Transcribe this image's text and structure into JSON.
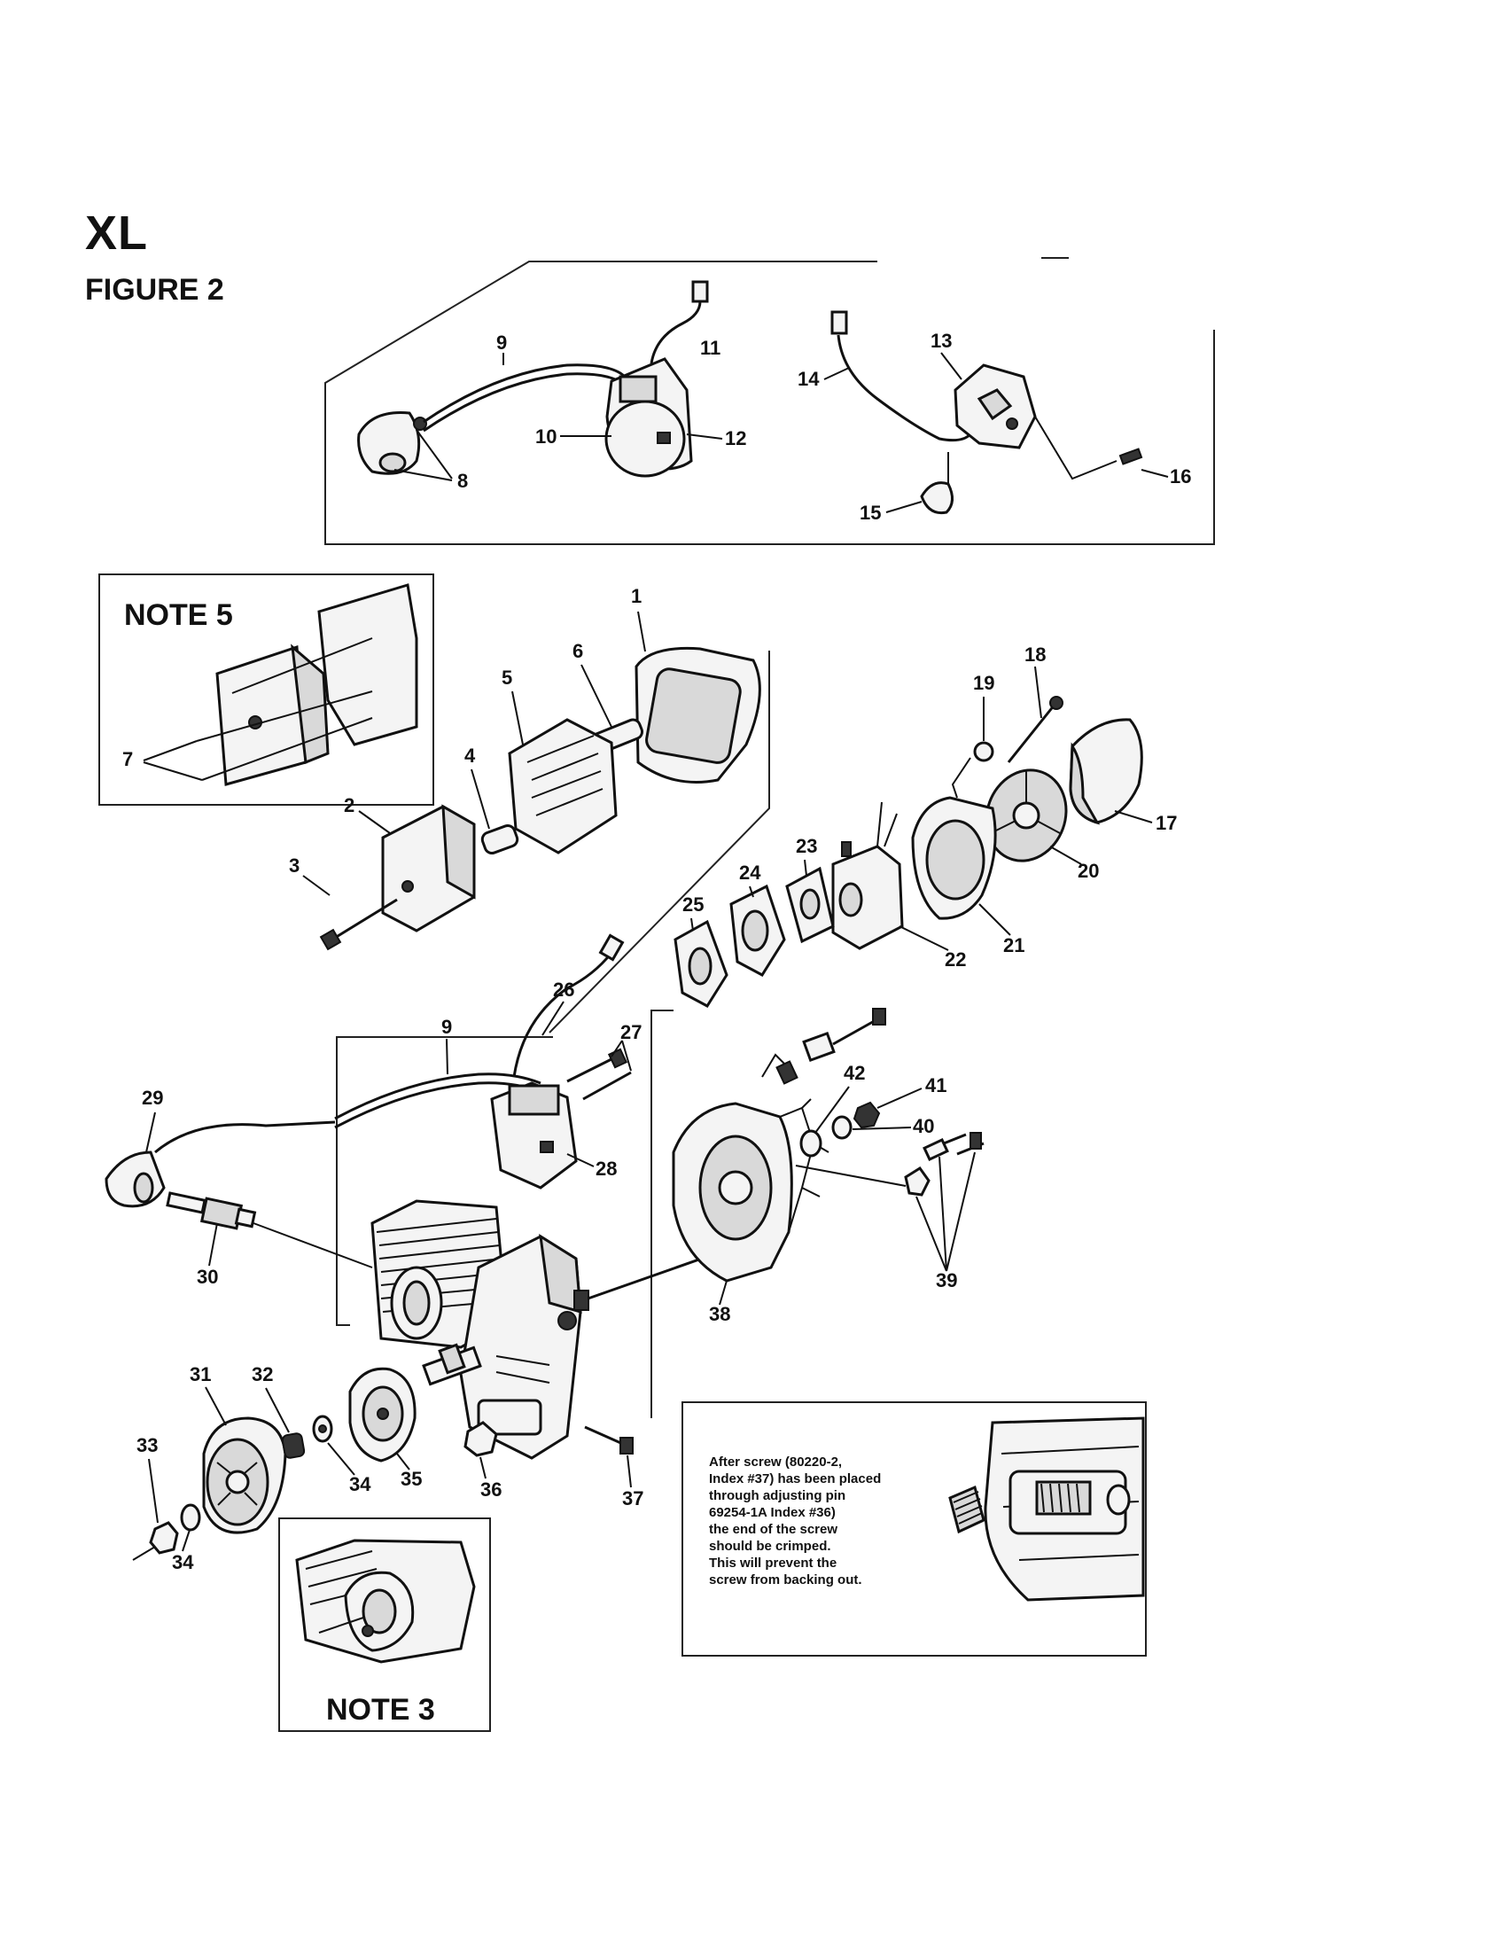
{
  "header": {
    "model": "XL",
    "figure": "FIGURE 2"
  },
  "callouts": {
    "c1": "1",
    "c2": "2",
    "c3": "3",
    "c4": "4",
    "c5": "5",
    "c6": "6",
    "c7": "7",
    "c8": "8",
    "c9a": "9",
    "c9b": "9",
    "c10": "10",
    "c11": "11",
    "c12": "12",
    "c13": "13",
    "c14": "14",
    "c15": "15",
    "c16": "16",
    "c17": "17",
    "c18": "18",
    "c19": "19",
    "c20": "20",
    "c21": "21",
    "c22": "22",
    "c23": "23",
    "c24": "24",
    "c25": "25",
    "c26": "26",
    "c27": "27",
    "c28": "28",
    "c29": "29",
    "c30": "30",
    "c31": "31",
    "c32": "32",
    "c33": "33",
    "c34a": "34",
    "c34b": "34",
    "c35": "35",
    "c36": "36",
    "c37": "37",
    "c38": "38",
    "c39": "39",
    "c40": "40",
    "c41": "41",
    "c42": "42"
  },
  "notes": {
    "note5_title": "NOTE 5",
    "note3_title": "NOTE 3",
    "crimp_note_lines": [
      "After screw (80220-2,",
      "Index #37) has been placed",
      "through adjusting pin",
      "69254-1A Index #36)",
      "the end of the screw",
      "should be crimped.",
      "This will prevent the",
      "screw from backing out."
    ]
  }
}
